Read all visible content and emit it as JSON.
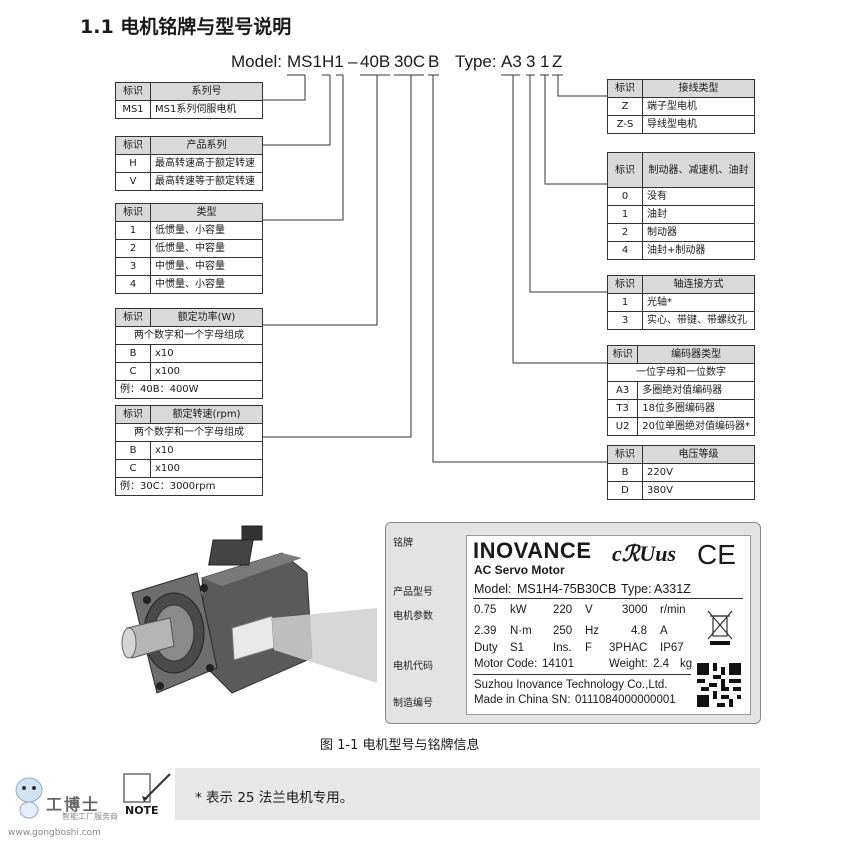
{
  "title": "1.1 电机铭牌与型号说明",
  "model_line": {
    "model_label": "Model:",
    "parts": [
      "MS1",
      "H1",
      "–",
      "40B",
      "30C",
      "B"
    ],
    "type_label": "Type:",
    "type_parts": [
      "A3",
      "3",
      "1",
      "Z"
    ]
  },
  "tables": {
    "series": {
      "header": [
        "标识",
        "系列号"
      ],
      "rows": [
        [
          "MS1",
          "MS1系列伺服电机"
        ]
      ]
    },
    "product": {
      "header": [
        "标识",
        "产品系列"
      ],
      "rows": [
        [
          "H",
          "最高转速高于额定转速"
        ],
        [
          "V",
          "最高转速等于额定转速"
        ]
      ]
    },
    "type": {
      "header": [
        "标识",
        "类型"
      ],
      "rows": [
        [
          "1",
          "低惯量、小容量"
        ],
        [
          "2",
          "低惯量、中容量"
        ],
        [
          "3",
          "中惯量、中容量"
        ],
        [
          "4",
          "中惯量、小容量"
        ]
      ]
    },
    "power": {
      "header": [
        "标识",
        "额定功率(W)"
      ],
      "span": "两个数字和一个字母组成",
      "rows": [
        [
          "B",
          "x10"
        ],
        [
          "C",
          "x100"
        ]
      ],
      "example": "例：40B：400W"
    },
    "speed": {
      "header": [
        "标识",
        "额定转速(rpm)"
      ],
      "span": "两个数字和一个字母组成",
      "rows": [
        [
          "B",
          "x10"
        ],
        [
          "C",
          "x100"
        ]
      ],
      "example": "例：30C：3000rpm"
    },
    "wiring": {
      "header": [
        "标识",
        "接线类型"
      ],
      "rows": [
        [
          "Z",
          "端子型电机"
        ],
        [
          "Z-S",
          "导线型电机"
        ]
      ]
    },
    "brake": {
      "header": [
        "标识",
        "制动器、减速机、油封"
      ],
      "rows": [
        [
          "0",
          "没有"
        ],
        [
          "1",
          "油封"
        ],
        [
          "2",
          "制动器"
        ],
        [
          "4",
          "油封+制动器"
        ]
      ]
    },
    "shaft": {
      "header": [
        "标识",
        "轴连接方式"
      ],
      "rows": [
        [
          "1",
          "光轴*"
        ],
        [
          "3",
          "实心、带键、带螺纹孔"
        ]
      ]
    },
    "encoder": {
      "header": [
        "标识",
        "编码器类型"
      ],
      "span": "一位字母和一位数字",
      "rows": [
        [
          "A3",
          "多圈绝对值编码器"
        ],
        [
          "T3",
          "18位多圈编码器"
        ],
        [
          "U2",
          "20位单圈绝对值编码器*"
        ]
      ]
    },
    "voltage": {
      "header": [
        "标识",
        "电压等级"
      ],
      "rows": [
        [
          "B",
          "220V"
        ],
        [
          "D",
          "380V"
        ]
      ]
    }
  },
  "nameplate_section": {
    "label": "铭牌",
    "callouts": [
      "产品型号",
      "电机参数",
      "电机代码",
      "制造编号"
    ]
  },
  "nameplate": {
    "brand": "INOVANCE",
    "subtitle": "AC Servo Motor",
    "ul_mark": "cℛUus",
    "ce_mark": "CE",
    "model_label": "Model:",
    "model_value": "MS1H4-75B30CB",
    "type_label": "Type:",
    "type_value": "A331Z",
    "row1": [
      "0.75",
      "kW",
      "220",
      "V",
      "3000",
      "r/min"
    ],
    "row2": [
      "2.39",
      "N·m",
      "250",
      "Hz",
      "4.8",
      "A"
    ],
    "row3": [
      "Duty",
      "S1",
      "Ins.",
      "F",
      "3PHAC",
      "IP67"
    ],
    "motor_code_label": "Motor Code:",
    "motor_code": "14101",
    "weight_label": "Weight:",
    "weight": "2.4",
    "weight_unit": "kg",
    "maker": "Suzhou Inovance Technology Co.,Ltd.",
    "sn_label": "Made in China SN:",
    "sn": "0111084000000001"
  },
  "caption": "图 1-1  电机型号与铭牌信息",
  "note": {
    "label": "NOTE",
    "text": "* 表示 25 法兰电机专用。"
  },
  "watermark": {
    "text": "工博士",
    "sub": "智能工厂服务商",
    "url": "www.gongboshi.com"
  }
}
